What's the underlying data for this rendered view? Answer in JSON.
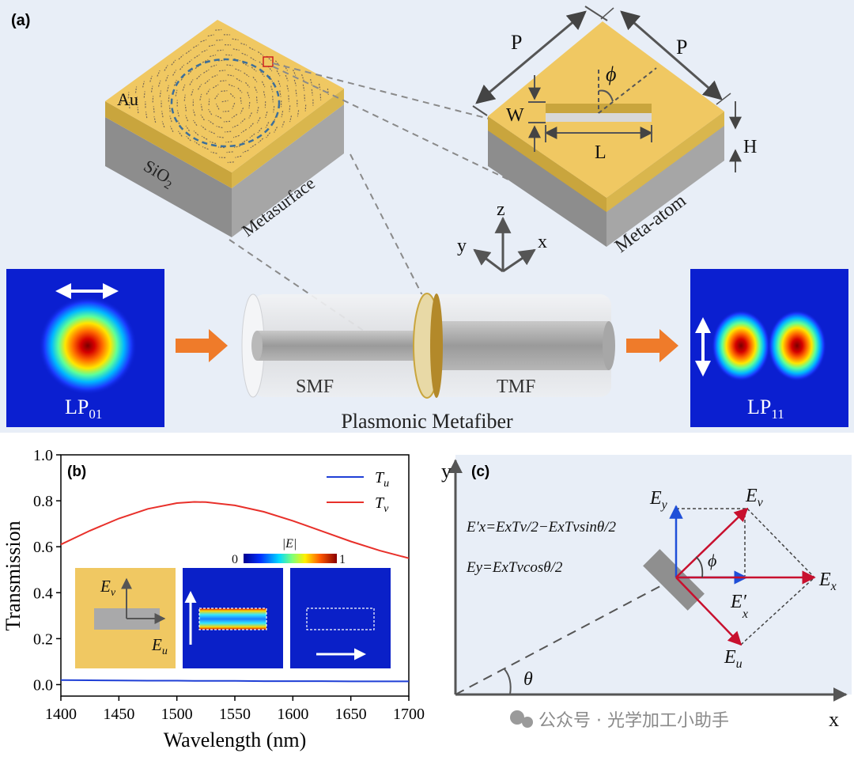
{
  "panel_a": {
    "label": "(a)",
    "au": "Au",
    "sio2_main": "SiO",
    "sio2_sub": "2",
    "metasurface": "Metasurface",
    "meta_atom": "Meta-atom",
    "p": "P",
    "w": "W",
    "l": "L",
    "h": "H",
    "phi": "ϕ",
    "axis_x": "x",
    "axis_y": "y",
    "axis_z": "z",
    "lp01_main": "LP",
    "lp01_sub": "01",
    "lp11_main": "LP",
    "lp11_sub": "11",
    "smf": "SMF",
    "tmf": "TMF",
    "caption": "Plasmonic Metafiber"
  },
  "panel_b": {
    "label": "(b)",
    "colorbar_title": "|E|",
    "colorbar_min": "0",
    "colorbar_max": "1",
    "inset_ev_main": "E",
    "inset_ev_sub": "v",
    "inset_eu_main": "E",
    "inset_eu_sub": "u"
  },
  "panel_c": {
    "label": "(c)",
    "axis_x": "x",
    "axis_y": "y",
    "eq1": "E′x=ExTv/2−ExTvsinθ/2",
    "eq2": "Ey=ExTvcosθ/2",
    "ey_main": "E",
    "ey_sub": "y",
    "ev_main": "E",
    "ev_sub": "v",
    "ex_main": "E",
    "ex_sub": "x",
    "exp_main": "E′",
    "exp_sub": "x",
    "eu_main": "E",
    "eu_sub": "u",
    "phi": "ϕ",
    "theta": "θ"
  },
  "watermark": "公众号 · 光学加工小助手",
  "chart_data": {
    "type": "line",
    "xlabel": "Wavelength (nm)",
    "ylabel": "Transmission",
    "xlim": [
      1400,
      1700
    ],
    "ylim": [
      -0.05,
      1.0
    ],
    "xticks": [
      1400,
      1450,
      1500,
      1550,
      1600,
      1650,
      1700
    ],
    "yticks": [
      0.0,
      0.2,
      0.4,
      0.6,
      0.8,
      1.0
    ],
    "xtick_labels": [
      "1400",
      "1450",
      "1500",
      "1550",
      "1600",
      "1650",
      "1700"
    ],
    "ytick_labels": [
      "0.0",
      "0.2",
      "0.4",
      "0.6",
      "0.8",
      "1.0"
    ],
    "legend_position": "top-right",
    "grid": false,
    "x": [
      1400,
      1425,
      1450,
      1475,
      1500,
      1515,
      1525,
      1550,
      1575,
      1600,
      1625,
      1650,
      1675,
      1700
    ],
    "series": [
      {
        "name": "Tu",
        "legend_main": "T",
        "legend_sub": "u",
        "color": "#1f3fd6",
        "values": [
          0.02,
          0.019,
          0.018,
          0.017,
          0.017,
          0.016,
          0.016,
          0.016,
          0.015,
          0.015,
          0.015,
          0.014,
          0.014,
          0.014
        ]
      },
      {
        "name": "Tv",
        "legend_main": "T",
        "legend_sub": "v",
        "color": "#e8302a",
        "values": [
          0.61,
          0.67,
          0.723,
          0.765,
          0.79,
          0.795,
          0.794,
          0.78,
          0.752,
          0.713,
          0.668,
          0.623,
          0.583,
          0.55
        ]
      }
    ]
  }
}
